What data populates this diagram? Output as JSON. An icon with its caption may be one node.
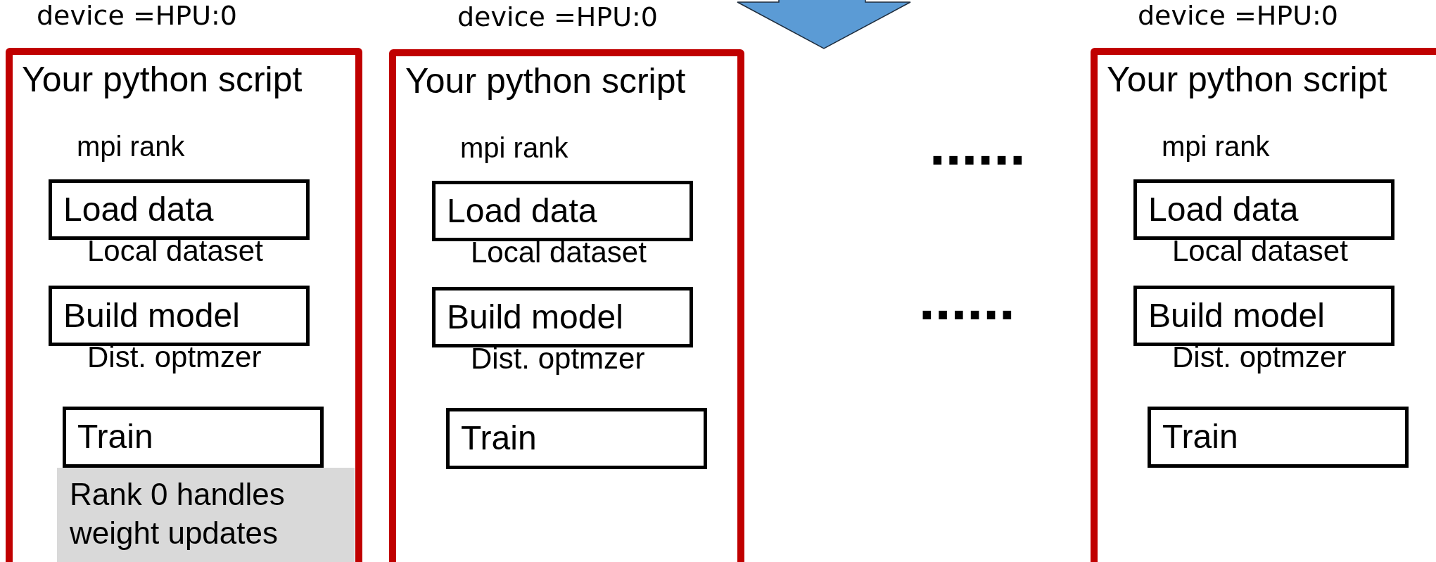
{
  "diagram": {
    "nodes": [
      {
        "text": [
          "device =HPU:0",
          "Your python script",
          "mpi rank"
        ]
      },
      {
        "text": [
          "Load data"
        ],
        "in": 0,
        "beside": [
          "Local dataset"
        ]
      },
      {
        "text": [
          "Build model"
        ],
        "in": 0,
        "beside": [
          "Dist. optmzer"
        ]
      },
      {
        "text": [
          "Train"
        ],
        "in": 0
      },
      {
        "text": [
          "Rank 0 handles weight updates"
        ],
        "in": 0
      },
      {
        "text": [
          "device =HPU:0",
          "Your python script",
          "mpi rank"
        ]
      },
      {
        "text": [
          "Load data"
        ],
        "in": 5,
        "beside": [
          "Local dataset"
        ]
      },
      {
        "text": [
          "Build model"
        ],
        "in": 5,
        "beside": [
          "Dist. optmzer"
        ]
      },
      {
        "text": [
          "Train"
        ],
        "in": 5
      },
      {
        "text": [
          "device =HPU:0",
          "Your python script",
          "mpi rank"
        ]
      },
      {
        "text": [
          "Load data"
        ],
        "in": 9,
        "beside": [
          "Local dataset"
        ]
      },
      {
        "text": [
          "Build model"
        ],
        "in": 9,
        "beside": [
          "Dist. optmzer"
        ]
      },
      {
        "text": [
          "Train"
        ],
        "in": 9
      }
    ],
    "labels": [
      "......",
      "......"
    ]
  }
}
